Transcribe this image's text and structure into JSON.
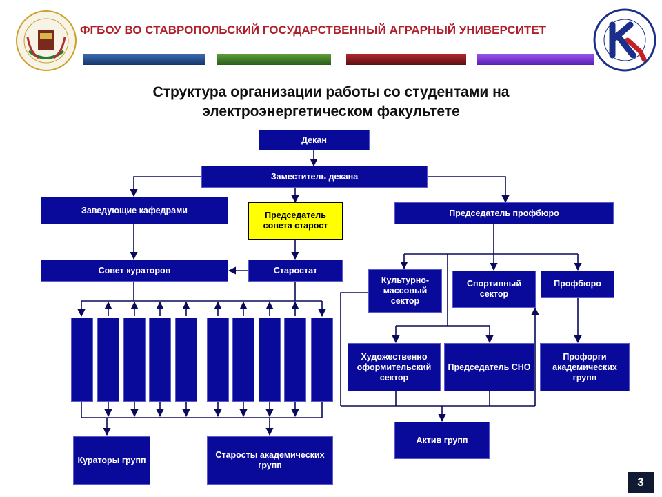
{
  "header": {
    "university": "ФГБОУ ВО СТАВРОПОЛЬСКИЙ ГОСУДАРСТВЕННЫЙ АГРАРНЫЙ УНИВЕРСИТЕТ",
    "stripe_colors": [
      "#1f4e8c",
      "#3f7f2a",
      "#8c1c22",
      "#7b2fd0"
    ]
  },
  "title": {
    "line1": "Структура организации работы со студентами на",
    "line2": "электроэнергетическом факультете"
  },
  "nodes": {
    "dean": "Декан",
    "deputy": "Заместитель декана",
    "heads": "Заведующие кафедрами",
    "chair_council": "Председатель совета старост",
    "chair_union": "Председатель профбюро",
    "curators_council": "Совет кураторов",
    "starostat": "Старостат",
    "cultural": "Культурно-массовый сектор",
    "sport": "Спортивный сектор",
    "profburo": "Профбюро",
    "art": "Художественно оформительский сектор",
    "cno": "Председатель СНО",
    "proforgs": "Профорги академических групп",
    "activ": "Актив групп",
    "curators": "Кураторы групп",
    "headmen": "Старосты академических групп"
  },
  "page_number": "3"
}
